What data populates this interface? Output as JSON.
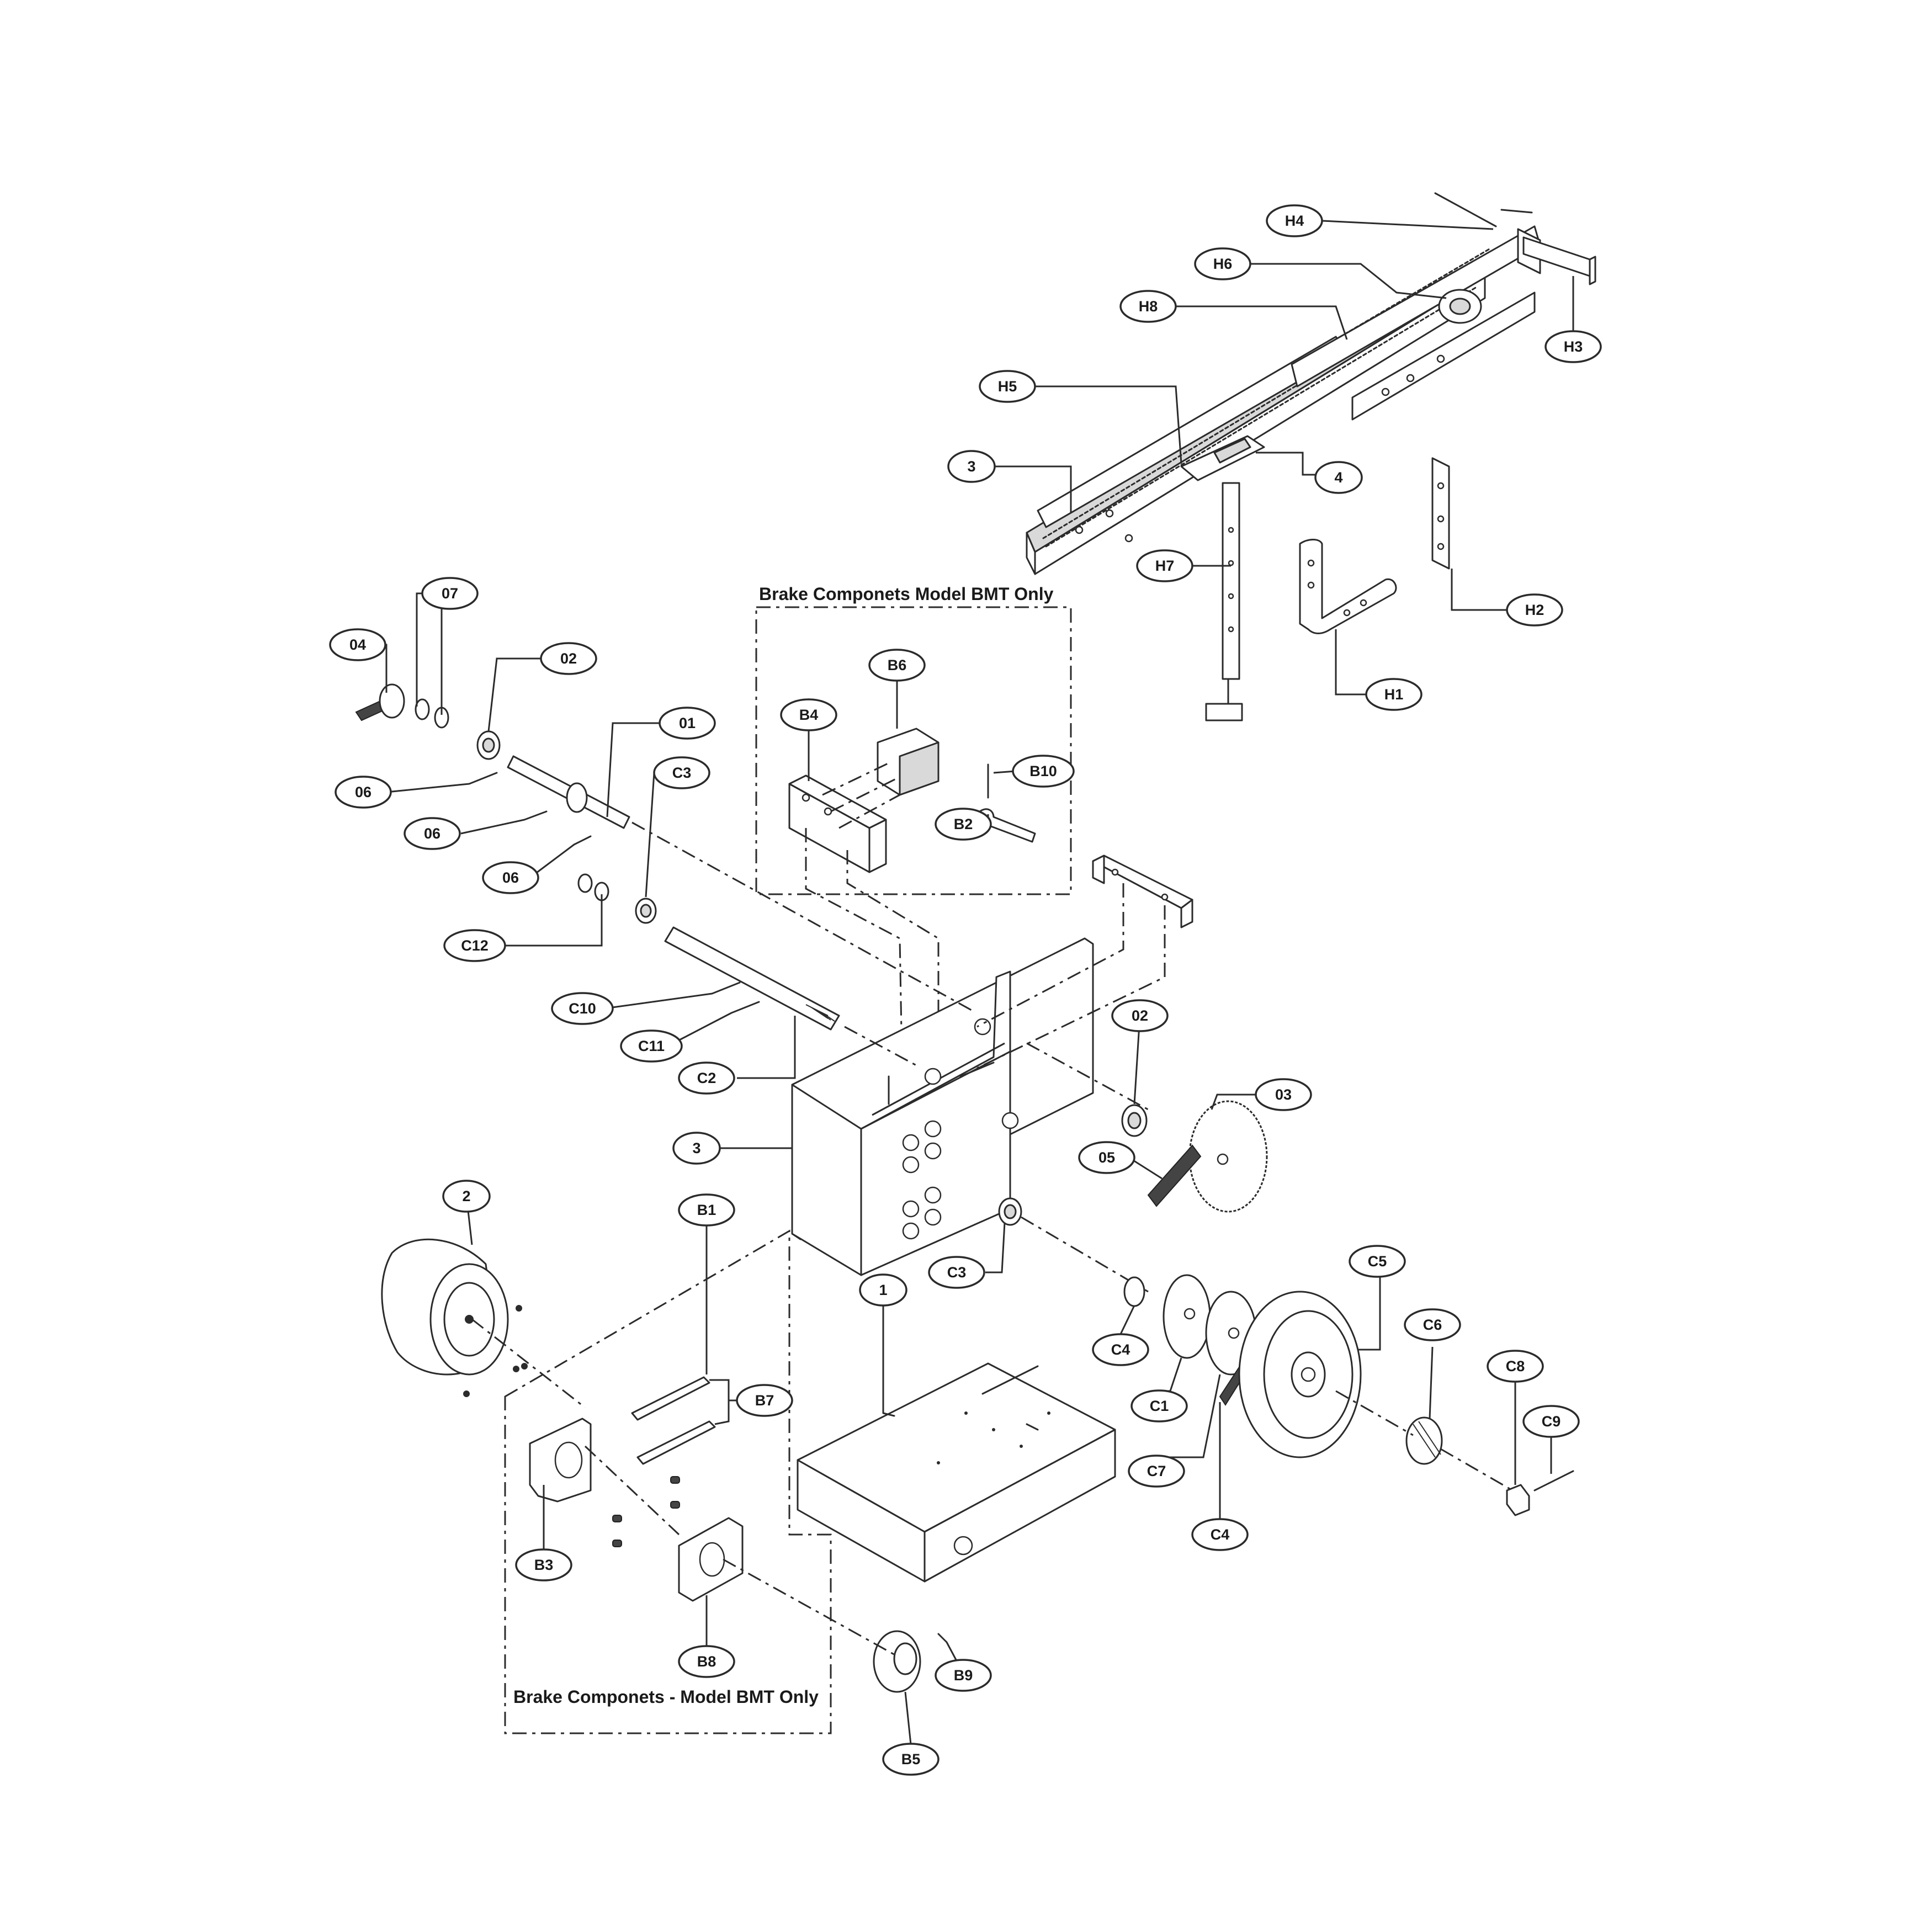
{
  "titles": {
    "upper_box": "Brake Componets Model BMT Only",
    "lower_box": "Brake Componets - Model BMT Only"
  },
  "callouts": {
    "H4": "H4",
    "H6": "H6",
    "H3": "H3",
    "H8": "H8",
    "H5": "H5",
    "R3": "3",
    "R4": "4",
    "H7": "H7",
    "H2": "H2",
    "H1": "H1",
    "S07": "07",
    "S04": "04",
    "S02": "02",
    "S01": "01",
    "C3a": "C3",
    "S06a": "06",
    "S06b": "06",
    "S06c": "06",
    "C12": "C12",
    "C10": "C10",
    "C11": "C11",
    "C2": "C2",
    "F3": "3",
    "B6": "B6",
    "B4": "B4",
    "B10": "B10",
    "B2": "B2",
    "S02b": "02",
    "S03": "03",
    "S05": "05",
    "C3b": "C3",
    "M2": "2",
    "B1": "B1",
    "B7": "B7",
    "B3": "B3",
    "B8": "B8",
    "B9": "B9",
    "B5": "B5",
    "M1": "1",
    "C4a": "C4",
    "C1": "C1",
    "C7": "C7",
    "C4b": "C4",
    "C5": "C5",
    "C6": "C6",
    "C8": "C8",
    "C9": "C9"
  }
}
